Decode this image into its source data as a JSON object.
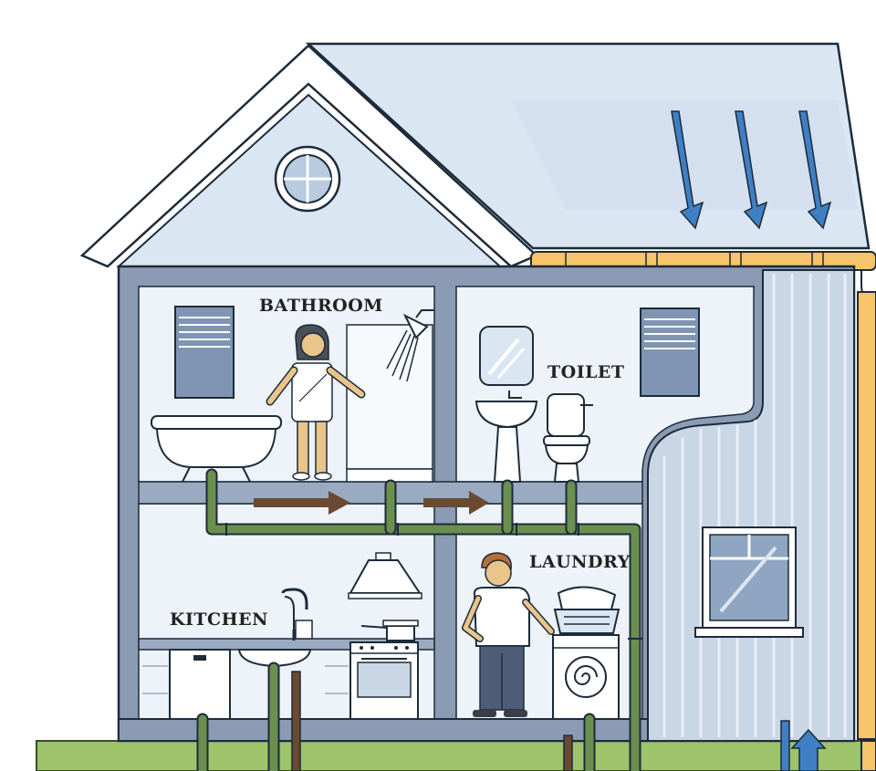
{
  "rooms": {
    "bathroom": "BATHROOM",
    "toilet": "TOILET",
    "kitchen": "KITCHEN",
    "laundry": "LAUNDRY"
  },
  "colors": {
    "roof": "#dbe6f3",
    "wall": "#c9d6e6",
    "room_bg": "#eef3f9",
    "frame": "#8a9bb3",
    "gutter": "#f5c46b",
    "waste_pipe": "#6b8f4e",
    "flow_arrow": "#6b4a32",
    "rain_arrow": "#3f7fc4",
    "ground": "#9dc36b",
    "skin": "#e9c58a"
  }
}
